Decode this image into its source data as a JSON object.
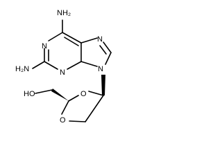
{
  "molecule": {
    "atoms": {
      "nh2_top": "NH₂",
      "n1": "N",
      "n3": "N",
      "n7": "N",
      "n9": "N",
      "nh2_left": "H₂N",
      "ho": "HO",
      "o_ring_upper": "O",
      "o_ring_lower": "O"
    },
    "colors": {
      "bond": "#000000",
      "label": "#000000",
      "background": "#ffffff"
    }
  }
}
